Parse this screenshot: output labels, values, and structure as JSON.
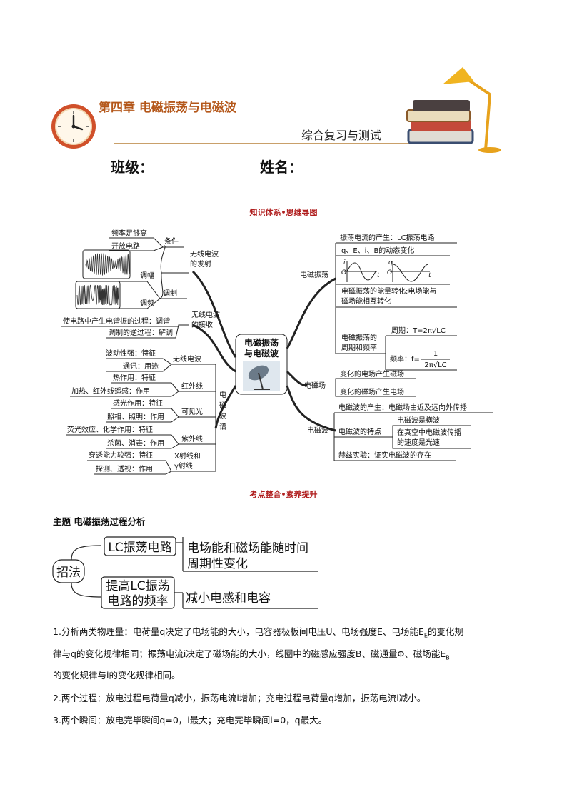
{
  "header": {
    "chapter": "第四章  电磁振荡与电磁波",
    "subtitle": "综合复习与测试",
    "class_label": "班级：",
    "name_label": "姓名："
  },
  "sections": {
    "mindmap_title": "知识体系•思维导图",
    "exam_title": "考点整合•素养提升"
  },
  "mindmap": {
    "center": [
      "电磁振荡",
      "与电磁波"
    ],
    "left": {
      "launch_label": [
        "无线电波",
        "的发射"
      ],
      "conditions_label": "条件",
      "freq_high": "频率足够高",
      "open_circuit": "开放电路",
      "modulation_label": "调制",
      "am": "调幅",
      "fm": "调频",
      "receive_label": [
        "无线电波",
        "的接收"
      ],
      "tuning": "使电路中产生电谐振的过程：调谐",
      "demod": "调制的逆过程：解调",
      "spectrum_label": [
        "电",
        "磁",
        "波",
        "谱"
      ],
      "radio": "无线电波",
      "radio_1": "波动性强：特征",
      "radio_2": "通讯：用途",
      "ir": "红外线",
      "ir_1": "热作用：特征",
      "ir_2": "加热、红外线遥感：作用",
      "visible": "可见光",
      "vis_1": "感光作用：特征",
      "vis_2": "照相、照明：作用",
      "uv": "紫外线",
      "uv_1": "荧光效应、化学作用：特征",
      "uv_2": "杀菌、消毒：作用",
      "xray": [
        "X射线和",
        "γ射线"
      ],
      "x_1": "穿透能力较强：特征",
      "x_2": "探测、透视：作用"
    },
    "right": {
      "osc_label": "电磁振荡",
      "osc_1": "振荡电流的产生：LC振荡电路",
      "osc_2": "q、E、i、B的动态变化",
      "osc_3": [
        "电磁振荡的能量转化:电场能与",
        "磁场能相互转化"
      ],
      "period_label": [
        "电磁振荡的",
        "周期和频率"
      ],
      "period": "周期：T=2π√LC",
      "freq_prefix": "频率：f=",
      "freq_num": "1",
      "freq_den": "2π√LC",
      "field_label": "电磁场",
      "field_1": "变化的电场产生磁场",
      "field_2": "变化的磁场产生电场",
      "wave_label": "电磁波",
      "wave_1": "电磁波的产生：电磁场由近及远向外传播",
      "wave_feat": "电磁波的特点",
      "wave_feat_1": "电磁波是横波",
      "wave_feat_2": [
        "在真空中电磁波传播",
        "的速度是光速"
      ],
      "hertz": "赫兹实验：证实电磁波的存在",
      "graph_i": "i",
      "graph_q": "q",
      "graph_t": "t",
      "graph_o": "O"
    }
  },
  "topic": {
    "title": "主题    电磁振荡过程分析",
    "method": "招法",
    "branch1": "LC振荡电路",
    "branch1_desc": [
      "电场能和磁场能随时间",
      "周期性变化"
    ],
    "branch2": [
      "提高LC振荡",
      "电路的频率"
    ],
    "branch2_desc": "减小电感和电容"
  },
  "paragraphs": [
    "1.分析两类物理量：电荷量q决定了电场能的大小，电容器极板间电压U、电场强度E、电场能E",
    "律与q的变化规律相同；振荡电流i决定了磁场能的大小，线圈中的磁感应强度B、磁通量Φ、磁场能E",
    "的变化规律与i的变化规律相同。",
    "2.两个过程：放电过程电荷量q减小，振荡电流i增加；充电过程电荷量q增加，振荡电流i减小。",
    "3.两个瞬间：放电完毕瞬间q=0，i最大；充电完毕瞬间i=0，q最大。"
  ],
  "para_tails": {
    "sub_e": "E",
    "after_e": "的变化规",
    "sub_b": "B"
  },
  "colors": {
    "chapter": "#b4571a",
    "section": "#b01e1e",
    "clock": "#d0502a"
  }
}
